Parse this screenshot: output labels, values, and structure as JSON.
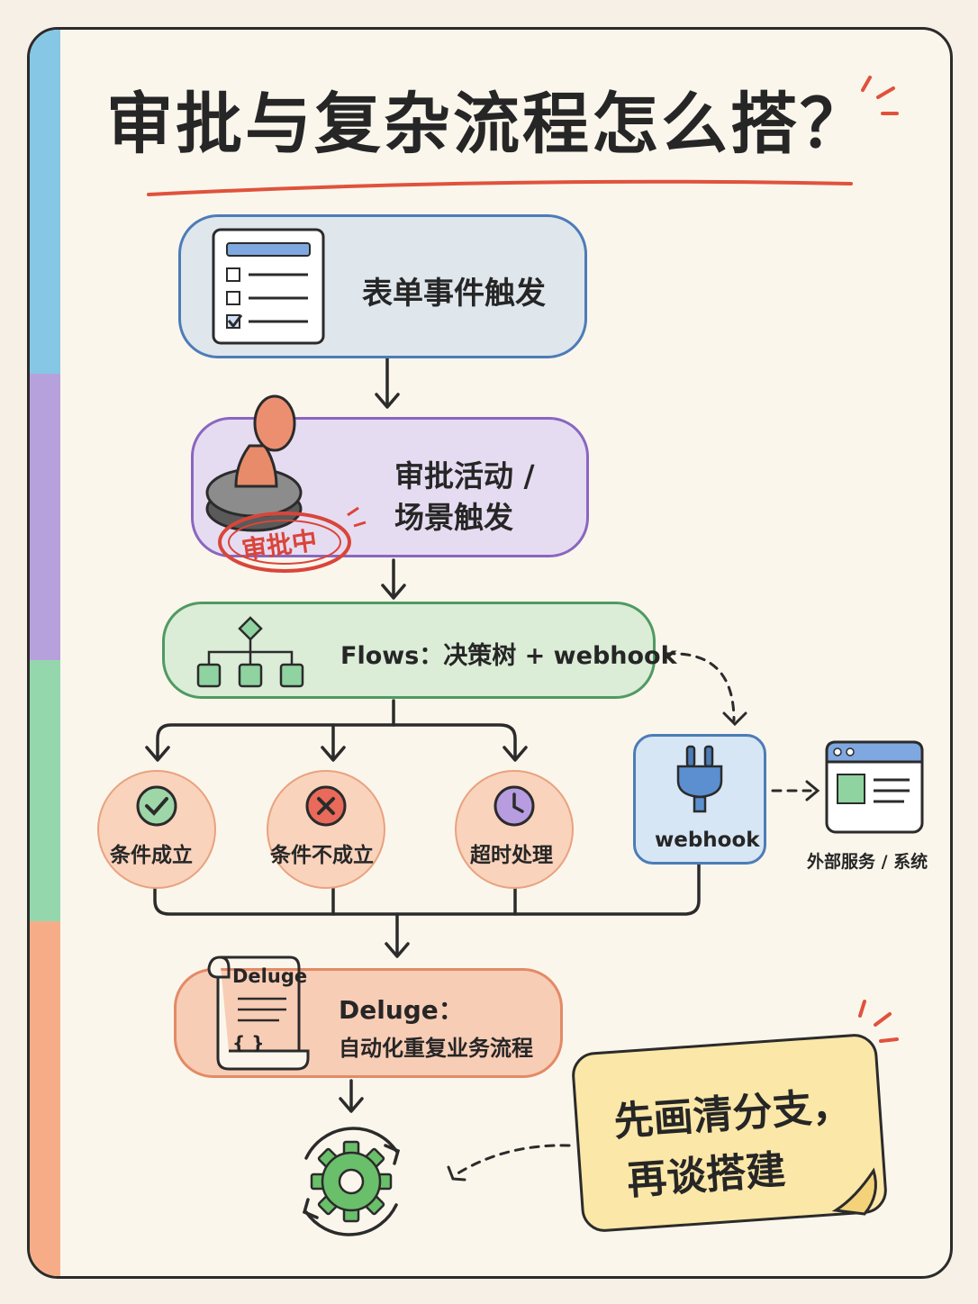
{
  "title": "审批与复杂流程怎么搭？",
  "colors": {
    "blue": "#7fc4e8",
    "purple": "#b39ad8",
    "green": "#8fd3a8",
    "orange": "#f5a77f",
    "accent_red": "#e0523c"
  },
  "steps": {
    "form_trigger": "表单事件触发",
    "approval_line1": "审批活动 /",
    "approval_line2": "场景触发",
    "stamp_text": "审批中",
    "flows": "Flows：决策树 + webhook",
    "deluge_title": "Deluge：",
    "deluge_desc": "自动化重复业务流程",
    "deluge_scroll": "Deluge",
    "deluge_braces": "{ }"
  },
  "branches": {
    "condition_true": "条件成立",
    "condition_false": "条件不成立",
    "timeout": "超时处理",
    "webhook": "webhook",
    "external": "外部服务 / 系统"
  },
  "note": {
    "line1": "先画清分支，",
    "line2": "再谈搭建"
  },
  "icons": [
    "form-icon",
    "stamp-icon",
    "tree-icon",
    "check-icon",
    "cross-icon",
    "clock-icon",
    "plug-icon",
    "browser-icon",
    "scroll-icon",
    "gear-icon"
  ]
}
